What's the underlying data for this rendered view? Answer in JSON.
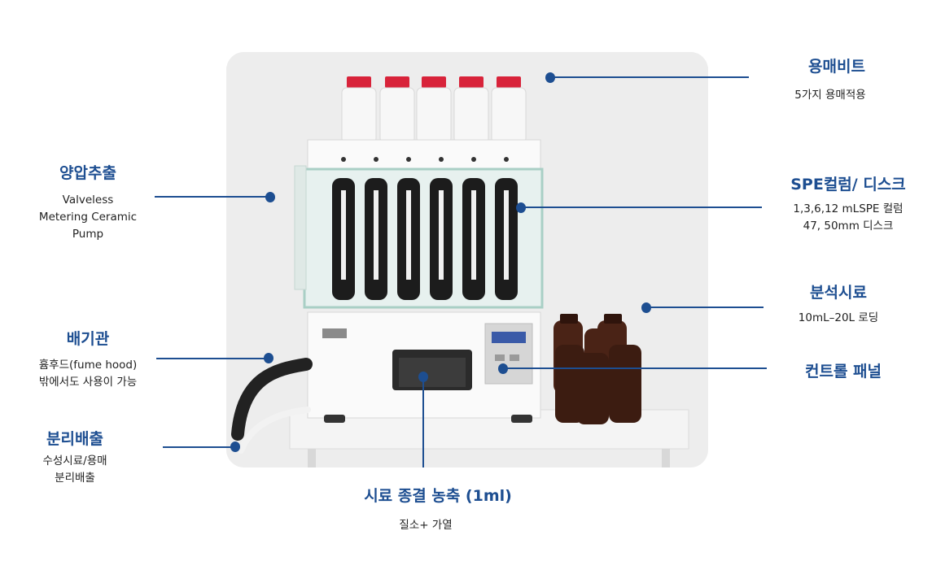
{
  "labels": {
    "solvent_bottle": {
      "title": "용매비트",
      "desc": [
        "5가지 용매적용"
      ]
    },
    "pressure_extraction": {
      "title": "양압추출",
      "desc": [
        "Valveless",
        "Metering Ceramic",
        "Pump"
      ]
    },
    "spe_column": {
      "title": "SPE컬럼/ 디스크",
      "desc": [
        "1,3,6,12 mLSPE 컬럼",
        "47, 50mm 디스크"
      ]
    },
    "sample_analysis": {
      "title": "분석시료",
      "desc": [
        "10mL–20L 로딩"
      ]
    },
    "exhaust": {
      "title": "배기관",
      "desc": [
        "흄후드(fume hood)",
        "밖에서도 사용이 가능"
      ]
    },
    "control_panel": {
      "title": "컨트롤 패널",
      "desc": []
    },
    "separate_discharge": {
      "title": "분리배출",
      "desc": [
        "수성시료/용매",
        "분리배출"
      ]
    },
    "concentration": {
      "title": "시료 종결 농축 (1ml)",
      "desc": [
        "질소+ 가열"
      ]
    }
  },
  "colors": {
    "accent": "#1d4e91",
    "cap": "#d8233a",
    "bottle_brown": "#4a2316"
  }
}
